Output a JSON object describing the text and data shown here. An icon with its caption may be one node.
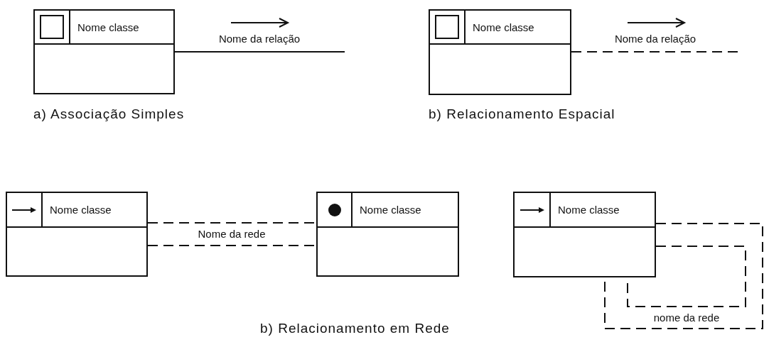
{
  "diagram": {
    "nodes": [
      {
        "text": [
          "Nome classe"
        ]
      },
      {
        "text": [
          "Nome classe"
        ]
      },
      {
        "text": [
          "Nome classe"
        ]
      },
      {
        "text": [
          "Nome classe"
        ]
      },
      {
        "text": [
          "Nome classe"
        ]
      }
    ],
    "edges": [
      {
        "from": 0,
        "to": null,
        "arrow": "none",
        "label": "Nome da relação"
      },
      {
        "from": 1,
        "to": null,
        "arrow": "none",
        "label": "Nome da relação",
        "style": "dashed"
      },
      {
        "from": 2,
        "to": 3,
        "arrow": "none",
        "label": "Nome da rede",
        "style": "dashed"
      },
      {
        "from": 2,
        "to": 3,
        "arrow": "none",
        "style": "dashed"
      },
      {
        "from": 4,
        "to": 4,
        "arrow": "none",
        "style": "dashed"
      },
      {
        "from": 4,
        "to": 4,
        "arrow": "none",
        "label": "nome da rede",
        "style": "dashed"
      }
    ],
    "labels": [
      "a) Associação Simples",
      "b) Relacionamento Espacial",
      "b) Relacionamento em Rede"
    ]
  }
}
